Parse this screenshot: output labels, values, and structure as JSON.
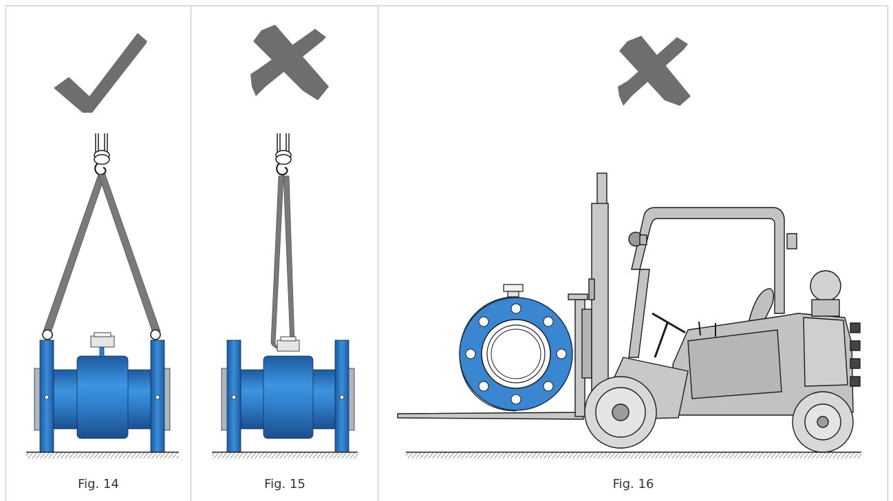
{
  "figures": [
    {
      "id": "fig14",
      "caption": "Fig. 14",
      "verdict": "correct",
      "verdict_icon": "check-icon",
      "scene": "crane-lift-two-slings-at-flanges"
    },
    {
      "id": "fig15",
      "caption": "Fig. 15",
      "verdict": "incorrect",
      "verdict_icon": "cross-icon",
      "scene": "crane-lift-single-sling-at-housing"
    },
    {
      "id": "fig16",
      "caption": "Fig. 16",
      "verdict": "incorrect",
      "verdict_icon": "cross-icon",
      "scene": "forklift-carrying-meter"
    }
  ],
  "colors": {
    "mark": "#6e6e6e",
    "sling": "#7a7a7a",
    "meter_blue": "#2b7fd0",
    "meter_dark": "#1e5fa8",
    "forklift": "#bdbdbd",
    "outline": "#1a1a1a",
    "border": "#bfbfbf"
  }
}
